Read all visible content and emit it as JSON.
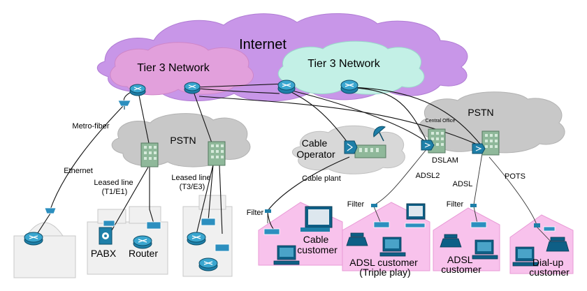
{
  "labels": {
    "internet": "Internet",
    "tier3_left": "Tier 3 Network",
    "tier3_right": "Tier 3 Network",
    "pstn_left": "PSTN",
    "pstn_right": "PSTN",
    "central_office": "Central Office",
    "cable_operator": "Cable\nOperator",
    "metro_fiber": "Metro-fiber",
    "ethernet": "Ethernet",
    "leased_line_t1": "Leased line\n(T1/E1)",
    "leased_line_t3": "Leased line\n(T3/E3)",
    "cable_plant": "Cable plant",
    "dslam": "DSLAM",
    "adsl2": "ADSL2",
    "adsl": "ADSL",
    "pots": "POTS",
    "filter_1": "Filter",
    "filter_2": "Filter",
    "filter_3": "Filter",
    "pabx": "PABX",
    "router": "Router",
    "cable_customer": "Cable\ncustomer",
    "adsl_triple": "ADSL customer\n(Triple play)",
    "adsl_customer": "ADSL\ncustomer",
    "dialup_customer": "Dial-up\ncustomer"
  },
  "colors": {
    "internet_cloud": "#c896e8",
    "tier3_left_cloud": "#e2a0dc",
    "tier3_right_cloud": "#c3f0e6",
    "pstn_cloud": "#c8c8c8",
    "customer_house": "#f8c2ec",
    "device_blue": "#1e7fa8",
    "exchange_green": "#8fb89a"
  }
}
